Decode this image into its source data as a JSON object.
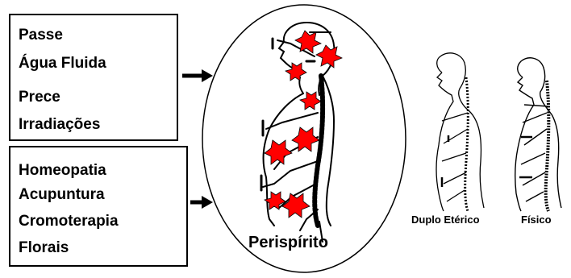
{
  "box_top": {
    "items": [
      "Passe",
      "Água Fluida",
      "Prece",
      "Irradiações"
    ]
  },
  "box_bottom": {
    "items": [
      "Homeopatia",
      "Acupuntura",
      "Cromoterapia",
      "Florais"
    ]
  },
  "center": {
    "label": "Perispírito"
  },
  "right_figures": {
    "left_label": "Duplo Etérico",
    "right_label": "Físico"
  },
  "colors": {
    "spot_red": "#ff0000",
    "outline": "#000000"
  }
}
